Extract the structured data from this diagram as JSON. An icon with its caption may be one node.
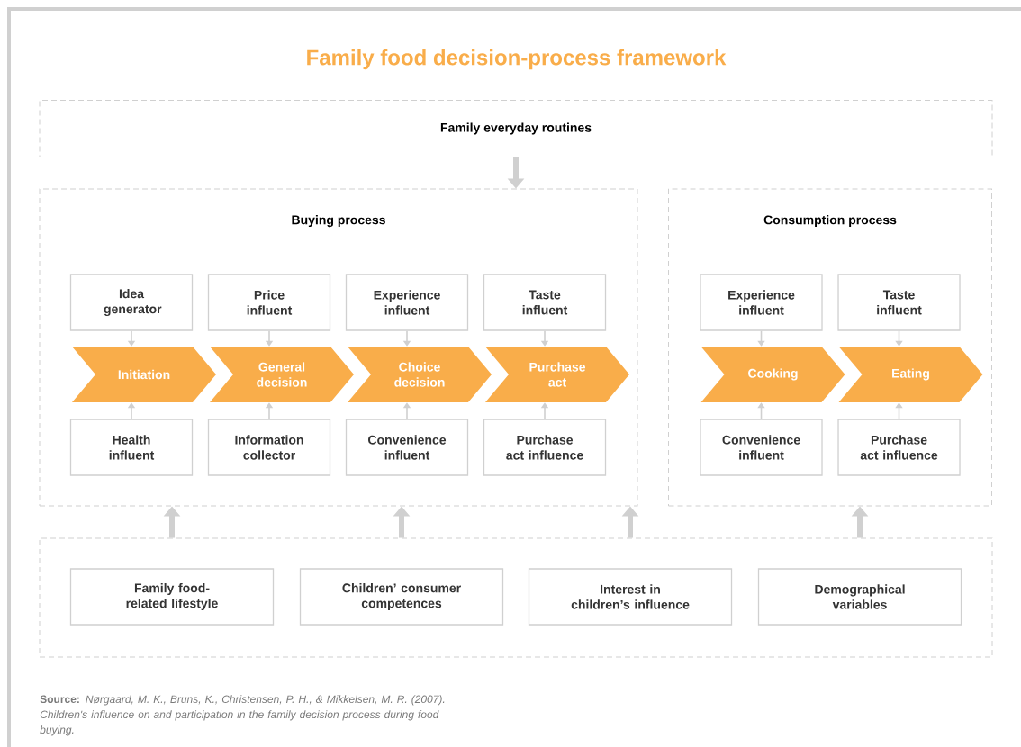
{
  "diagram": {
    "title": "Family food decision-process framework",
    "caption": "**Source:** *Nørgaard, M. K., Bruns, K., Christensen, P. H., & Mikkelsen, M. R. (2007). Children's influence on and participation in the family decision process during food buying.*",
    "nodes": [
      {
        "text": [
          "Family everyday routines"
        ]
      },
      {
        "text": [
          "Buying process"
        ]
      },
      {
        "text": [
          "Idea generator"
        ],
        "in": 1
      },
      {
        "text": [
          "Price influent"
        ],
        "in": 1
      },
      {
        "text": [
          "Experience influent"
        ],
        "in": 1
      },
      {
        "text": [
          "Taste influent"
        ],
        "in": 1
      },
      {
        "text": [
          "Initiation"
        ],
        "in": 1
      },
      {
        "text": [
          "General decision"
        ],
        "in": 1
      },
      {
        "text": [
          "Choice decision"
        ],
        "in": 1
      },
      {
        "text": [
          "Purchase act"
        ],
        "in": 1
      },
      {
        "text": [
          "Health influent"
        ],
        "in": 1
      },
      {
        "text": [
          "Information collector"
        ],
        "in": 1
      },
      {
        "text": [
          "Convenience influent"
        ],
        "in": 1
      },
      {
        "text": [
          "Purchase act influence"
        ],
        "in": 1
      },
      {
        "text": [
          "Consumption process"
        ]
      },
      {
        "text": [
          "Experience influent"
        ],
        "in": 14
      },
      {
        "text": [
          "Taste influent"
        ],
        "in": 14
      },
      {
        "text": [
          "Cooking"
        ],
        "in": 14
      },
      {
        "text": [
          "Eating"
        ],
        "in": 14
      },
      {
        "text": [
          "Convenience influent"
        ],
        "in": 14
      },
      {
        "text": [
          "Purchase act influence"
        ],
        "in": 14
      },
      {
        "text": [],
        "shape": "box"
      },
      {
        "text": [
          "Family food-related lifestyle"
        ],
        "in": 21
      },
      {
        "text": [
          "Children’ consumer competences"
        ],
        "in": 21
      },
      {
        "text": [
          "Interest in children’s influence"
        ],
        "in": 21
      },
      {
        "text": [
          "Demographical variables"
        ],
        "in": 21
      }
    ],
    "edges": [
      {
        "from": 0,
        "to": 1,
        "arrow": "to",
        "style": "thick"
      },
      {
        "from": 2,
        "to": 6,
        "arrow": "to"
      },
      {
        "from": 3,
        "to": 7,
        "arrow": "to"
      },
      {
        "from": 4,
        "to": 8,
        "arrow": "to"
      },
      {
        "from": 5,
        "to": 9,
        "arrow": "to"
      },
      {
        "from": 10,
        "to": 6,
        "arrow": "to"
      },
      {
        "from": 11,
        "to": 7,
        "arrow": "to"
      },
      {
        "from": 12,
        "to": 8,
        "arrow": "to"
      },
      {
        "from": 13,
        "to": 9,
        "arrow": "to"
      },
      {
        "from": 15,
        "to": 17,
        "arrow": "to"
      },
      {
        "from": 16,
        "to": 18,
        "arrow": "to"
      },
      {
        "from": 19,
        "to": 17,
        "arrow": "to"
      },
      {
        "from": 20,
        "to": 18,
        "arrow": "to"
      },
      {
        "from": 21,
        "to": 1,
        "arrow": "to",
        "style": "thick"
      },
      {
        "from": 21,
        "to": 1,
        "arrow": "to",
        "style": "thick"
      },
      {
        "from": 21,
        "to": 1,
        "arrow": "to",
        "style": "thick"
      },
      {
        "from": 21,
        "to": 14,
        "arrow": "to",
        "style": "thick"
      }
    ]
  }
}
